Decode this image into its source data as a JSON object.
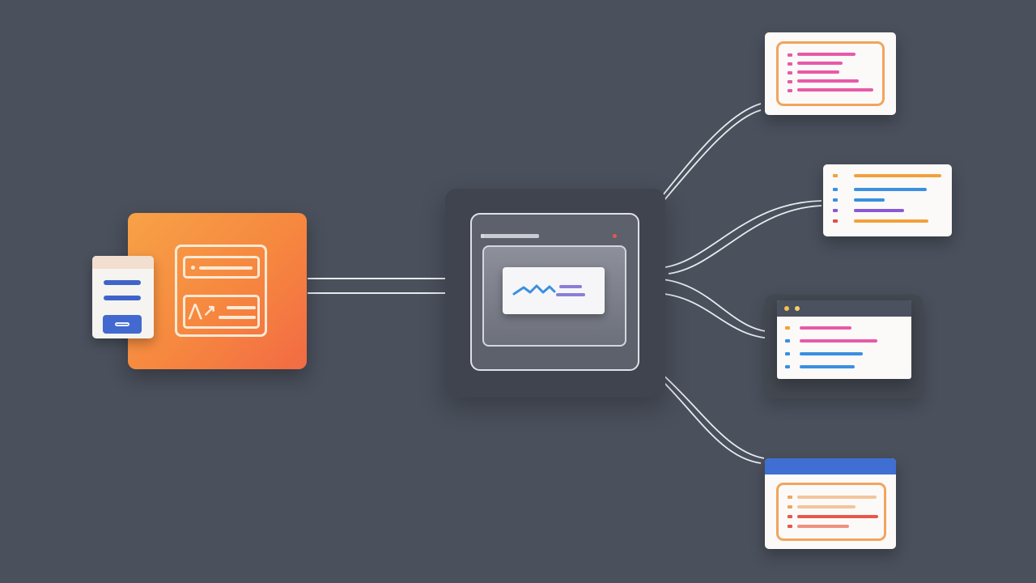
{
  "diagram": {
    "background": "#4a505c",
    "accent_orange": "#f6873f",
    "accent_blue": "#4169cf",
    "line_color": "#e8eaee",
    "nodes": [
      {
        "id": "source-app",
        "icon": "app-window-icon",
        "color": "#f6873f"
      },
      {
        "id": "source-doc",
        "icon": "document-icon",
        "color": "#4169cf"
      },
      {
        "id": "hub",
        "icon": "browser-window-icon",
        "color": "#5c616c"
      },
      {
        "id": "output-1",
        "icon": "list-card-icon",
        "color": "#e85aa8"
      },
      {
        "id": "output-2",
        "icon": "list-card-icon",
        "color": "#3b8fe0"
      },
      {
        "id": "output-3",
        "icon": "list-card-icon",
        "color": "#e85aa8"
      },
      {
        "id": "output-4",
        "icon": "list-card-icon",
        "color": "#e8584a"
      }
    ],
    "edges": [
      {
        "from": "source-app",
        "to": "hub",
        "arrow": "right",
        "count": 2
      },
      {
        "from": "hub",
        "to": "output-1",
        "arrow": "none",
        "count": 2
      },
      {
        "from": "hub",
        "to": "output-2",
        "arrow": "none",
        "count": 2
      },
      {
        "from": "output-3",
        "to": "hub",
        "arrow": "left",
        "count": 2
      },
      {
        "from": "hub",
        "to": "output-4",
        "arrow": "none",
        "count": 2
      }
    ]
  }
}
